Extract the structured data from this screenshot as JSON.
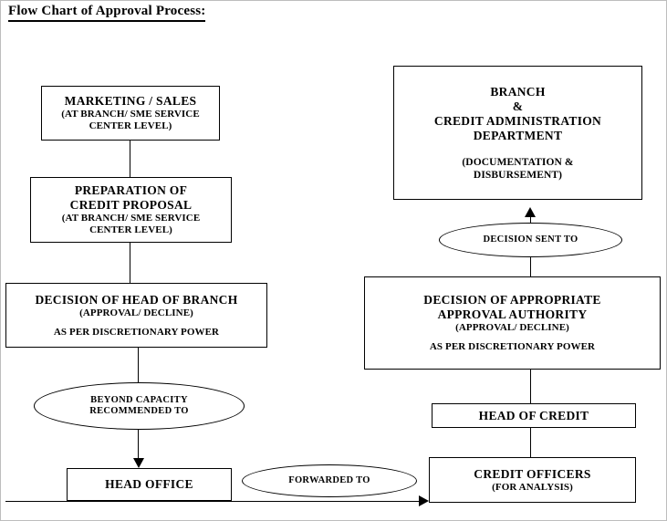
{
  "title": "Flow Chart of Approval Process:",
  "left_column": {
    "marketing_sales": {
      "line1": "MARKETING / SALES",
      "line2": "(AT BRANCH/ SME SERVICE\nCENTER LEVEL)"
    },
    "preparation": {
      "line1": "PREPARATION OF\nCREDIT PROPOSAL",
      "line2": "(AT BRANCH/ SME SERVICE\nCENTER LEVEL)"
    },
    "decision_head_branch": {
      "line1": "DECISION OF HEAD OF BRANCH",
      "line2": "(APPROVAL/ DECLINE)",
      "line3": "AS PER DISCRETIONARY POWER"
    },
    "beyond_capacity": {
      "text": "BEYOND CAPACITY\nRECOMMENDED TO"
    },
    "head_office": {
      "line1": "HEAD OFFICE"
    }
  },
  "middle": {
    "forwarded_to": {
      "text": "FORWARDED TO"
    }
  },
  "right_column": {
    "branch_cad": {
      "line1": "BRANCH\n&\nCREDIT ADMINISTRATION\nDEPARTMENT",
      "line3": "(DOCUMENTATION  &\nDISBURSEMENT)"
    },
    "decision_sent_to": {
      "text": "DECISION SENT TO"
    },
    "decision_approval_authority": {
      "line1": "DECISION OF APPROPRIATE\nAPPROVAL AUTHORITY",
      "line2": "(APPROVAL/ DECLINE)",
      "line3": "AS PER DISCRETIONARY POWER"
    },
    "head_of_credit": {
      "line1": "HEAD OF CREDIT"
    },
    "credit_officers": {
      "line1": "CREDIT OFFICERS",
      "line2": "(FOR ANALYSIS)"
    }
  },
  "colors": {
    "stroke": "#000000",
    "background": "#ffffff",
    "frame": "#bdbdbd"
  }
}
